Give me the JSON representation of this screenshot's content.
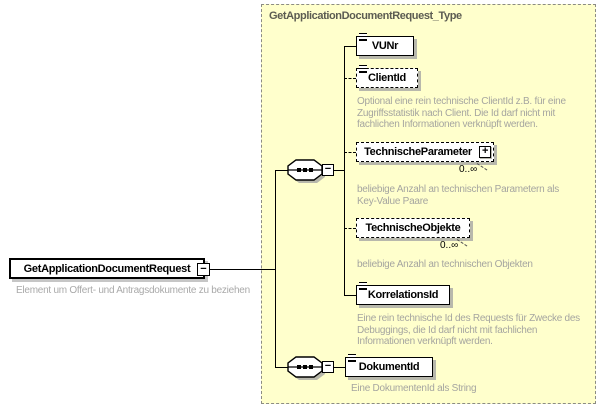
{
  "diagram": {
    "root_element": {
      "name": "GetApplicationDocumentRequest",
      "annotation": "Element um Offert- und Antragsdokumente zu beziehen"
    },
    "type_container": {
      "title": "GetApplicationDocumentRequest_Type"
    },
    "glyphs": {
      "collapse": "−",
      "expand": "+"
    },
    "compositors": [
      {
        "kind": "sequence"
      },
      {
        "kind": "sequence"
      }
    ],
    "children": [
      {
        "name": "VUNr",
        "required": true
      },
      {
        "name": "ClientId",
        "required": false,
        "annotation": "Optional eine rein technische ClientId z.B. für eine Zugriffsstatistik nach Client. Die Id darf nicht mit fachlichen Informationen verknüpft werden."
      },
      {
        "name": "TechnischeParameter",
        "required": false,
        "cardinality": "0..∞",
        "annotation": "beliebige Anzahl an technischen Parametern als Key-Value Paare"
      },
      {
        "name": "TechnischeObjekte",
        "required": false,
        "cardinality": "0..∞",
        "annotation": "beliebige Anzahl an technischen Objekten"
      },
      {
        "name": "KorrelationsId",
        "required": true,
        "annotation": "Eine rein technische Id des Requests für Zwecke des Debuggings, die Id darf nicht mit fachlichen Informationen verknüpft werden."
      },
      {
        "name": "DokumentId",
        "required": true,
        "annotation": "Eine DokumentenId als String"
      }
    ],
    "colors": {
      "container_bg": "#ffffcc",
      "container_border": "#8c8c84",
      "annotation_text": "#a5a5a0",
      "title_text": "#5c5c52",
      "line": "#000000",
      "shadow": "#b8b8ac"
    }
  }
}
